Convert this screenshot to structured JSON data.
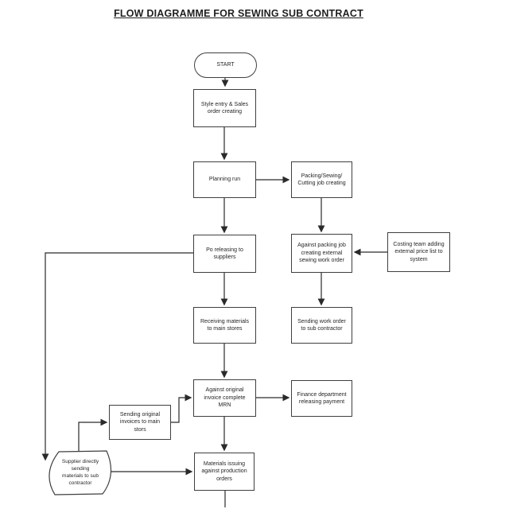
{
  "title": "FLOW DIAGRAMME FOR SEWING SUB CONTRACT",
  "diagram": {
    "nodes": {
      "start": {
        "label": "START",
        "shape": "terminator"
      },
      "style_entry": {
        "label": "Style entry & Sales\norder creating",
        "shape": "process"
      },
      "planning_run": {
        "label": "Planning run",
        "shape": "process"
      },
      "packing_sewing": {
        "label": "Packing/Sewing/\nCutting job creating",
        "shape": "process"
      },
      "po_releasing": {
        "label": "Po releasing to\nsuppliers",
        "shape": "process"
      },
      "against_packing": {
        "label": "Against packing job\ncreating external\nsewing work order",
        "shape": "process"
      },
      "costing_team": {
        "label": "Costing team adding\nexternal price list to\nsystem",
        "shape": "process"
      },
      "receiving_materials": {
        "label": "Receiving materials\nto main stores",
        "shape": "process"
      },
      "sending_work_order": {
        "label": "Sending work order\nto sub contractor",
        "shape": "process"
      },
      "against_original": {
        "label": "Against original\ninvoice complete\nMRN",
        "shape": "process"
      },
      "finance_dept": {
        "label": "Finance department\nreleasing payment",
        "shape": "process"
      },
      "sending_original": {
        "label": "Sending original\ninvoices to main\nstors",
        "shape": "process"
      },
      "supplier_direct": {
        "label": "Supplier directly\nsending\nmaterials to sub\ncontractor",
        "shape": "stored-data"
      },
      "materials_issuing": {
        "label": "Materials issuing\nagainst production\norders",
        "shape": "process"
      }
    },
    "edges": [
      {
        "from": "start",
        "to": "style_entry"
      },
      {
        "from": "style_entry",
        "to": "planning_run"
      },
      {
        "from": "planning_run",
        "to": "packing_sewing"
      },
      {
        "from": "planning_run",
        "to": "po_releasing"
      },
      {
        "from": "packing_sewing",
        "to": "against_packing"
      },
      {
        "from": "costing_team",
        "to": "against_packing"
      },
      {
        "from": "against_packing",
        "to": "sending_work_order"
      },
      {
        "from": "po_releasing",
        "to": "receiving_materials"
      },
      {
        "from": "po_releasing",
        "to": "supplier_direct"
      },
      {
        "from": "receiving_materials",
        "to": "against_original"
      },
      {
        "from": "against_original",
        "to": "finance_dept"
      },
      {
        "from": "against_original",
        "to": "materials_issuing"
      },
      {
        "from": "supplier_direct",
        "to": "sending_original"
      },
      {
        "from": "sending_original",
        "to": "against_original"
      },
      {
        "from": "supplier_direct",
        "to": "materials_issuing"
      },
      {
        "from": "materials_issuing",
        "to": "off-page-bottom"
      }
    ],
    "colors": {
      "background": "#ffffff",
      "border": "#3f3f3f",
      "line": "#2a2a2a",
      "text": "#262626"
    }
  }
}
